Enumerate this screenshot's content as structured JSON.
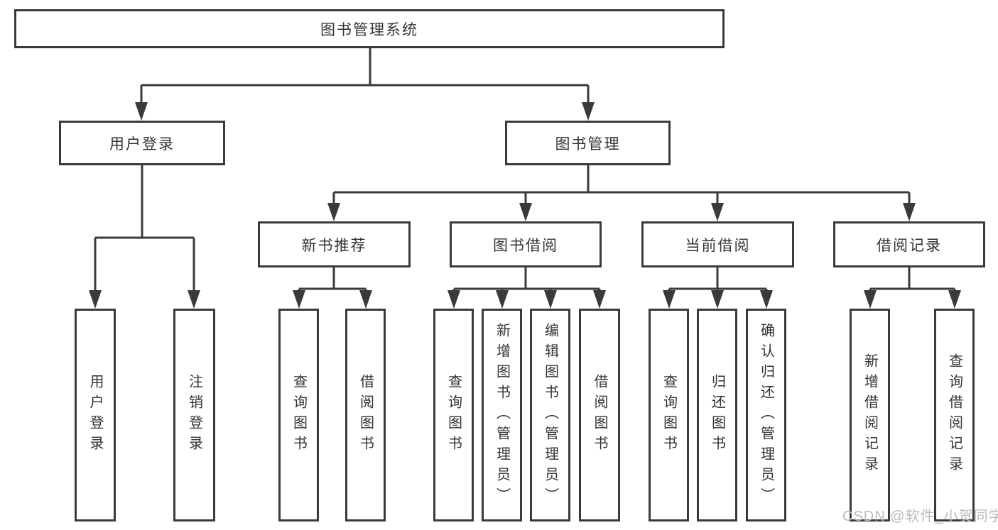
{
  "tree": {
    "root": "图书管理系统",
    "children": [
      {
        "label": "用户登录",
        "children": [
          {
            "label": "用户登录"
          },
          {
            "label": "注销登录"
          }
        ]
      },
      {
        "label": "图书管理",
        "children": [
          {
            "label": "新书推荐",
            "children": [
              {
                "label": "查询图书"
              },
              {
                "label": "借阅图书"
              }
            ]
          },
          {
            "label": "图书借阅",
            "children": [
              {
                "label": "查询图书"
              },
              {
                "label": "新增图书（管理员）"
              },
              {
                "label": "编辑图书（管理员）"
              },
              {
                "label": "借阅图书"
              }
            ]
          },
          {
            "label": "当前借阅",
            "children": [
              {
                "label": "查询图书"
              },
              {
                "label": "归还图书"
              },
              {
                "label": "确认归还（管理员）"
              }
            ]
          },
          {
            "label": "借阅记录",
            "children": [
              {
                "label": "新增借阅记录"
              },
              {
                "label": "查询借阅记录"
              }
            ]
          }
        ]
      }
    ]
  },
  "watermark": {
    "text": "CSDN @软件_小贺同学"
  },
  "colors": {
    "line": "#3a3a3a",
    "text": "#333333",
    "background": "#ffffff",
    "watermark": "#b9bcc0"
  }
}
